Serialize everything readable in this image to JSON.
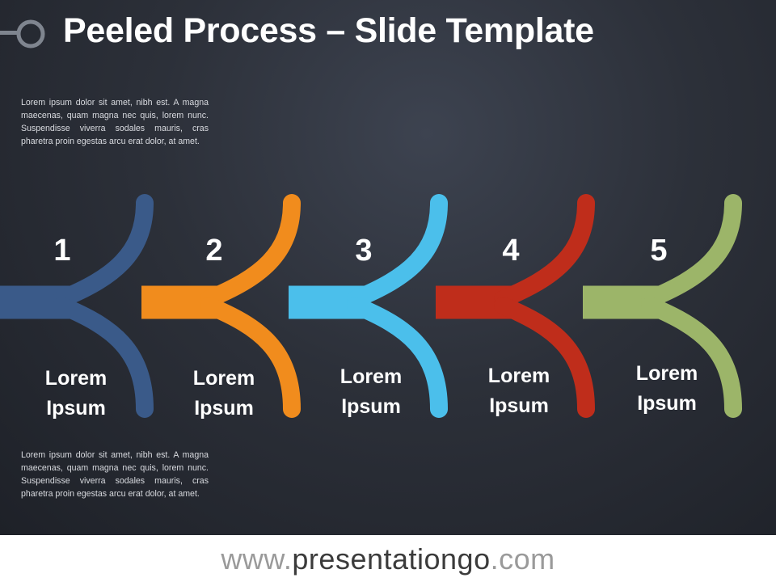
{
  "title": "Peeled Process – Slide Template",
  "paragraph_top": "Lorem ipsum dolor sit amet, nibh est. A magna maecenas, quam magna nec quis, lorem nunc. Suspendisse viverra sodales mauris, cras pharetra proin egestas arcu erat dolor, at amet.",
  "paragraph_bottom": "Lorem ipsum dolor sit amet, nibh est. A magna maecenas, quam magna nec quis, lorem nunc. Suspendisse viverra sodales mauris, cras pharetra proin egestas arcu erat dolor, at amet.",
  "steps": [
    {
      "number": "1",
      "line1": "Lorem",
      "line2": "Ipsum",
      "color": "#3a5a89"
    },
    {
      "number": "2",
      "line1": "Lorem",
      "line2": "Ipsum",
      "color": "#f18c1d"
    },
    {
      "number": "3",
      "line1": "Lorem",
      "line2": "Ipsum",
      "color": "#4bbfeb"
    },
    {
      "number": "4",
      "line1": "Lorem",
      "line2": "Ipsum",
      "color": "#bf2d1b"
    },
    {
      "number": "5",
      "line1": "Lorem",
      "line2": "Ipsum",
      "color": "#9cb569"
    }
  ],
  "footer": {
    "prefix": "www.",
    "brand": "presentationgo",
    "suffix": ".com"
  }
}
